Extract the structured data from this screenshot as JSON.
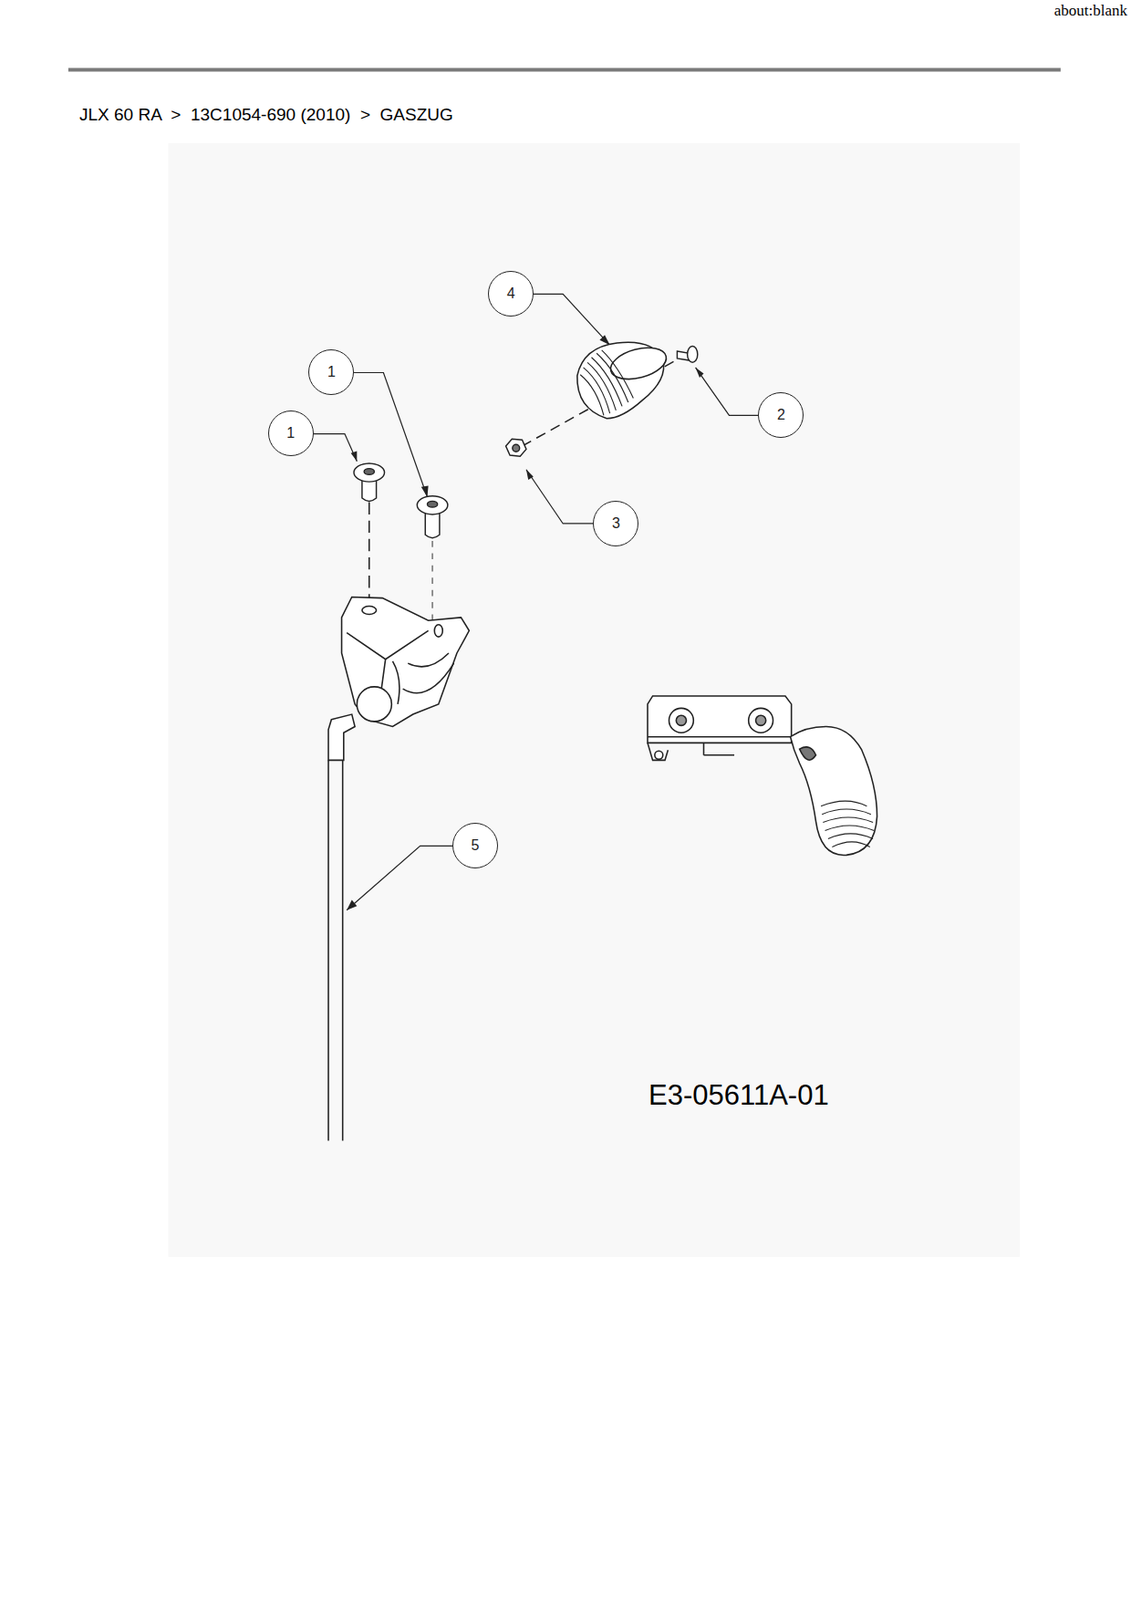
{
  "diagram": {
    "title": "JLX 60 RA  >  13C1054-690 (2010)  >  GASZUG",
    "nodes": [
      {
        "text": [
          "4"
        ]
      },
      {
        "text": [
          "1"
        ]
      },
      {
        "text": [
          "1"
        ]
      },
      {
        "text": [
          "2"
        ]
      },
      {
        "text": [
          "3"
        ]
      },
      {
        "text": [
          "5"
        ]
      }
    ],
    "labels": [
      "about:blank",
      "E3-05611A-01"
    ]
  }
}
